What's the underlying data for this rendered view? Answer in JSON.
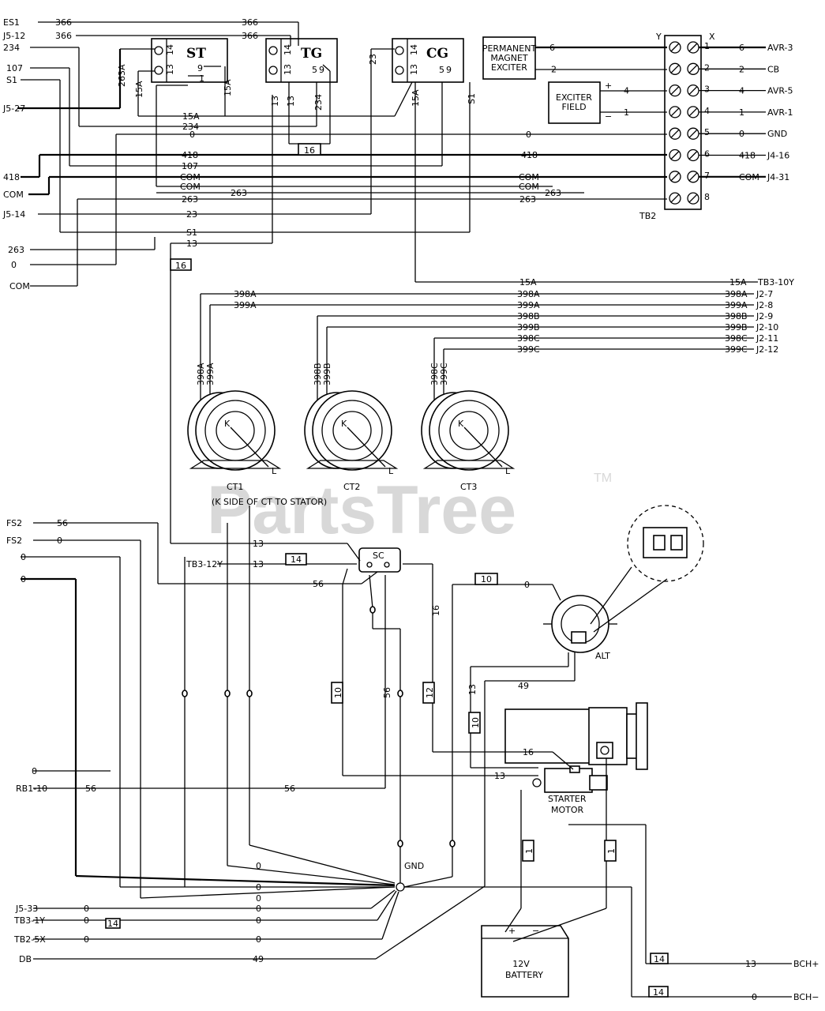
{
  "watermark": {
    "text": "PartsTree",
    "tm": "TM"
  },
  "components": {
    "st": "ST",
    "tg": "TG",
    "cg": "CG",
    "pme": [
      "PERMANENT",
      "MAGNET",
      "EXCITER"
    ],
    "exciter_field": [
      "EXCITER",
      "FIELD"
    ],
    "tb2": "TB2",
    "tb2_y": "Y",
    "tb2_x": "X",
    "ct": [
      "CT1",
      "CT2",
      "CT3"
    ],
    "ct_k": "K",
    "ct_l": "L",
    "ct_note": "(K SIDE OF CT TO STATOR)",
    "sc": "SC",
    "alt": "ALT",
    "gnd": "GND",
    "starter": [
      "STARTER",
      "MOTOR"
    ],
    "battery": [
      "12V",
      "BATTERY"
    ],
    "plus": "+",
    "minus": "−"
  },
  "relay_pins": {
    "p13": "13",
    "p14": "14",
    "p1": "1",
    "p5": "5",
    "p9": "9"
  },
  "left_labels": [
    "ES1",
    "J5-12",
    "234",
    "107",
    "S1",
    "J5-27",
    "418",
    "COM",
    "J5-14",
    "263",
    "0",
    "COM"
  ],
  "tb2_rows": [
    {
      "n": "1",
      "left": "6",
      "right": "6",
      "dest": "AVR-3"
    },
    {
      "n": "2",
      "left": "2",
      "right": "2",
      "dest": "CB"
    },
    {
      "n": "3",
      "left": "4",
      "right": "4",
      "dest": "AVR-5"
    },
    {
      "n": "4",
      "left": "1",
      "right": "1",
      "dest": "AVR-1"
    },
    {
      "n": "5",
      "left": "0",
      "right": "0",
      "dest": "GND"
    },
    {
      "n": "6",
      "left": "418",
      "right": "418",
      "dest": "J4-16"
    },
    {
      "n": "7",
      "left": "COM",
      "right": "COM",
      "dest": "J4-31"
    },
    {
      "n": "8",
      "left": "263",
      "right": "",
      "dest": ""
    }
  ],
  "wire_labels": {
    "w366": "366",
    "w15A": "15A",
    "w234": "234",
    "w0": "0",
    "w418": "418",
    "w107": "107",
    "wCOM": "COM",
    "w263": "263",
    "w23": "23",
    "wS1": "S1",
    "w13": "13",
    "w16": "16",
    "w263A": "263A"
  },
  "ct_wires": [
    {
      "w": "398A",
      "dest": "J2-7"
    },
    {
      "w": "399A",
      "dest": "J2-8"
    },
    {
      "w": "398B",
      "dest": "J2-9"
    },
    {
      "w": "399B",
      "dest": "J2-10"
    },
    {
      "w": "398C",
      "dest": "J2-11"
    },
    {
      "w": "399C",
      "dest": "J2-12"
    }
  ],
  "tb3_10y": {
    "w": "15A",
    "dest": "TB3-10Y"
  },
  "lower_labels": {
    "fs2a": "FS2",
    "w56": "56",
    "fs2b": "FS2",
    "z": "0",
    "tb3_12y": "TB3-12Y",
    "rb1_10": "RB1-10",
    "j5_33": "J5-33",
    "tb3_1y": "TB3-1Y",
    "tb2_5x": "TB2-5X",
    "db": "DB",
    "w49": "49",
    "w10": "10",
    "w12": "12",
    "w14": "14",
    "w1": "1",
    "bch_p": "BCH+",
    "bch_m": "BCH−"
  }
}
